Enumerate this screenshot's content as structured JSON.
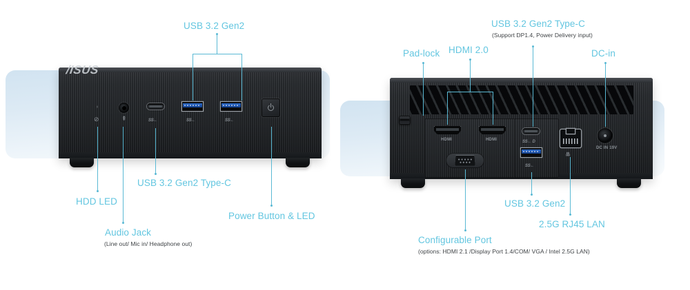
{
  "page": {
    "title": "ASUS Mini PC I/O port diagram",
    "accent_color": "#63c6e0",
    "leader_color": "#5ab9d4",
    "sublabel_color": "#3f4346",
    "chassis_color": "#232629",
    "backdrop_color": "#cfe2f0"
  },
  "front_view": {
    "name": "front-panel",
    "brand_logo": "/ISUS",
    "silkscreen": {
      "typec": "SS←",
      "usb1": "SS←",
      "usb2": "SS←",
      "hdd_glyph": "⊘",
      "audio_glyph": "⇞"
    },
    "callouts": [
      {
        "id": "usb-32-gen2-front",
        "label": "USB 3.2 Gen2",
        "sublabel": ""
      },
      {
        "id": "usb-32-gen2-type-c-front",
        "label": "USB 3.2 Gen2 Type-C",
        "sublabel": ""
      },
      {
        "id": "hdd-led",
        "label": "HDD LED",
        "sublabel": ""
      },
      {
        "id": "audio-jack",
        "label": "Audio Jack",
        "sublabel": "(Line out/ Mic in/ Headphone out)"
      },
      {
        "id": "power-button-led",
        "label": "Power Button & LED",
        "sublabel": ""
      }
    ]
  },
  "rear_view": {
    "name": "rear-panel",
    "silkscreen": {
      "hdmi1": "HDMI",
      "hdmi2": "HDMI",
      "typec": "SS← D",
      "usb_a": "SS←",
      "lan": "品",
      "dcin": "DC IN 19V"
    },
    "callouts": [
      {
        "id": "pad-lock",
        "label": "Pad-lock",
        "sublabel": ""
      },
      {
        "id": "hdmi-20",
        "label": "HDMI 2.0",
        "sublabel": ""
      },
      {
        "id": "usb-32-gen2-type-c-rear",
        "label": "USB 3.2 Gen2 Type-C",
        "sublabel": "(Support DP1.4, Power Delivery input)"
      },
      {
        "id": "dc-in",
        "label": "DC-in",
        "sublabel": ""
      },
      {
        "id": "configurable-port",
        "label": "Configurable Port",
        "sublabel": "(options: HDMI 2.1 /Display Port 1.4/COM/ VGA / Intel 2.5G LAN)"
      },
      {
        "id": "usb-32-gen2-rear",
        "label": "USB 3.2 Gen2",
        "sublabel": ""
      },
      {
        "id": "lan-25g",
        "label": "2.5G RJ45 LAN",
        "sublabel": ""
      }
    ]
  }
}
